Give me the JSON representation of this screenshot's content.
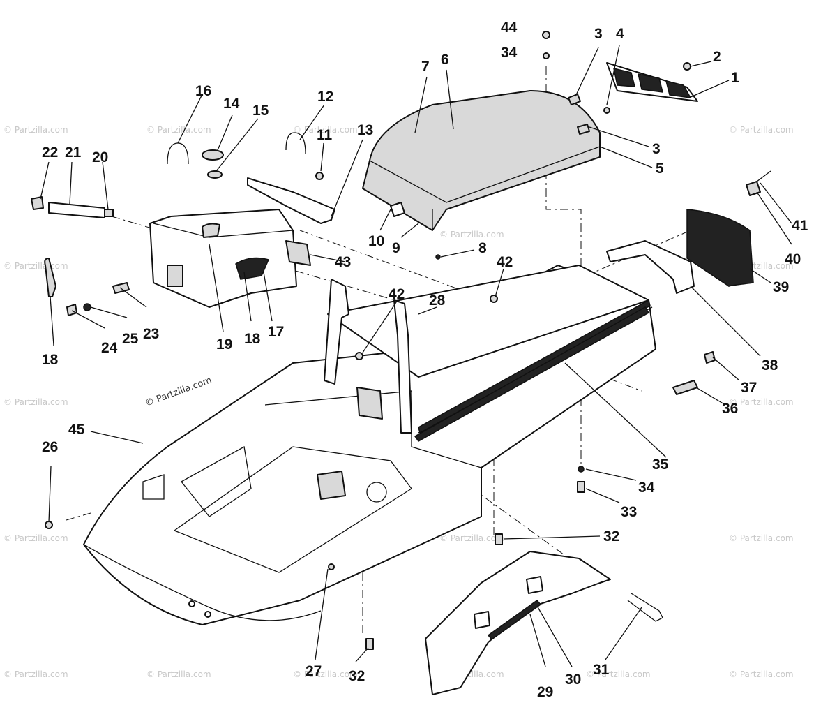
{
  "watermark_text": "© Partzilla.com",
  "labels": {
    "n1": "1",
    "n2": "2",
    "n3a": "3",
    "n3b": "3",
    "n4": "4",
    "n5": "5",
    "n6": "6",
    "n7": "7",
    "n8": "8",
    "n9": "9",
    "n10": "10",
    "n11": "11",
    "n12": "12",
    "n13": "13",
    "n14": "14",
    "n15": "15",
    "n16": "16",
    "n17": "17",
    "n18a": "18",
    "n18b": "18",
    "n19": "19",
    "n20": "20",
    "n21": "21",
    "n22": "22",
    "n23": "23",
    "n24": "24",
    "n25": "25",
    "n26": "26",
    "n27": "27",
    "n28": "28",
    "n29": "29",
    "n30": "30",
    "n31": "31",
    "n32a": "32",
    "n32b": "32",
    "n33": "33",
    "n34a": "34",
    "n34b": "34",
    "n35": "35",
    "n36": "36",
    "n37": "37",
    "n38": "38",
    "n39": "39",
    "n40": "40",
    "n41": "41",
    "n42a": "42",
    "n42b": "42",
    "n43": "43",
    "n44": "44",
    "n45": "45"
  },
  "colors": {
    "ink": "#111111",
    "paper": "#ffffff",
    "shade": "#d9d9d9",
    "watermark": "#c8c8c8"
  }
}
